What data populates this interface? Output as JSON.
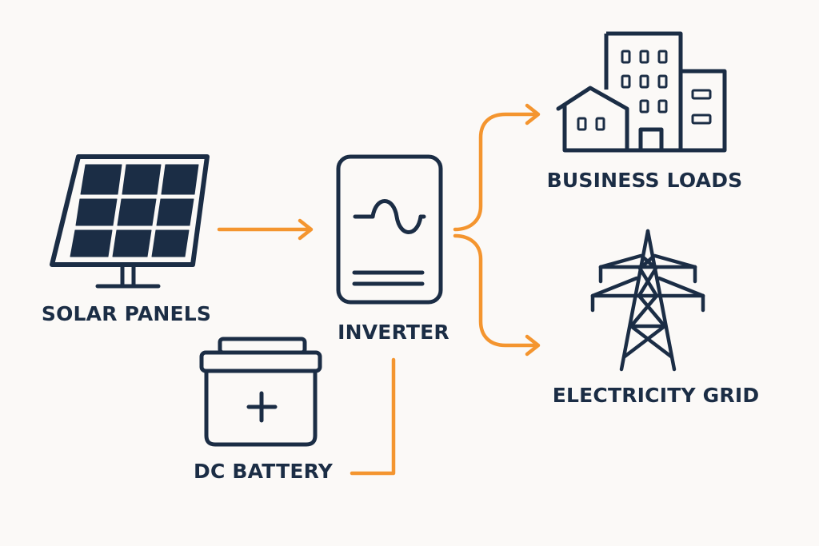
{
  "labels": {
    "solar_panels": "SOLAR PANELS",
    "inverter": "INVERTER",
    "dc_battery": "DC BATTERY",
    "business_loads": "BUSINESS LOADS",
    "electricity_grid": "ELECTRICITY GRID"
  },
  "icons": {
    "solar_panels": "solar-panel-icon",
    "inverter": "inverter-icon",
    "dc_battery": "battery-icon",
    "business_loads": "buildings-icon",
    "electricity_grid": "transmission-tower-icon"
  },
  "colors": {
    "background": "#fbf9f7",
    "icon_stroke": "#1b2d45",
    "connector": "#f4952f",
    "text": "#1b2d45"
  },
  "connections": [
    {
      "from": "solar_panels",
      "to": "inverter",
      "arrow": true
    },
    {
      "from": "inverter",
      "to": "business_loads",
      "arrow": true
    },
    {
      "from": "inverter",
      "to": "electricity_grid",
      "arrow": true
    },
    {
      "from": "dc_battery",
      "to": "inverter",
      "arrow": false
    }
  ]
}
